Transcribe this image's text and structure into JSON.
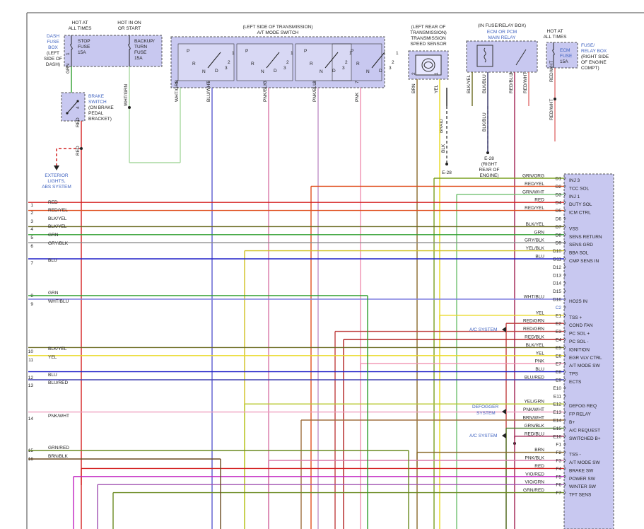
{
  "top_labels": {
    "hot_at_all_times": [
      "HOT AT",
      "ALL TIMES"
    ],
    "hot_in_on_or_start": [
      "HOT IN ON",
      "OR START"
    ],
    "trans_left_side": [
      "(LEFT SIDE OF TRANSMISSION)",
      "A/T MODE SWITCH"
    ],
    "trans_left_rear": [
      "(LEFT REAR OF",
      "TRANSMISSION)",
      "TRANSMISSION",
      "SPEED SENSOR"
    ],
    "fuse_relay_box_in": "(IN FUSE/RELAY BOX)",
    "ecm_pcm_relay": [
      "ECM OR PCM",
      "MAIN RELAY"
    ],
    "hot_at_all_times_2": [
      "HOT AT",
      "ALL TIMES"
    ]
  },
  "components": {
    "dash_fuse_box": [
      "DASH",
      "FUSE",
      "BOX",
      "(LEFT",
      "SIDE OF",
      "DASH)"
    ],
    "stop_fuse": [
      "STOP",
      "FUSE",
      "15A"
    ],
    "backup_fuse": [
      "BACKUP/",
      "TURN",
      "FUSE",
      "15A"
    ],
    "brake_switch": [
      "BRAKE",
      "SWITCH",
      "(ON BRAKE",
      "PEDAL",
      "BRACKET)"
    ],
    "exterior_lights": [
      "EXTERIOR",
      "LIGHTS,",
      "ABS SYSTEM"
    ],
    "ecm_fuse": [
      "ECM",
      "FUSE",
      "15A"
    ],
    "fuse_relay_box_right": [
      "FUSE/",
      "RELAY BOX",
      "(RIGHT SIDE",
      "OF ENGINE",
      "COMPT)"
    ],
    "ground_e28_a": "E-28",
    "ground_e28_b": [
      "E-28",
      "(RIGHT",
      "REAR OF",
      "ENGINE)"
    ],
    "braid": "BRAID"
  },
  "mode_switch_letters": [
    [
      "P",
      "R",
      "N",
      "D",
      "3",
      "2",
      "1"
    ],
    [
      "P",
      "R",
      "N",
      "D",
      "3",
      "2",
      "1"
    ],
    [
      "P",
      "R",
      "N",
      "D",
      "3",
      "2",
      "1"
    ],
    [
      "P",
      "R",
      "N",
      "D",
      "3",
      "2",
      "1"
    ]
  ],
  "vertical_wires": [
    {
      "label": "GRN",
      "pin": "1",
      "color": "#2e9e2e"
    },
    {
      "label": "WHT/GRN",
      "pin": "",
      "color": "#a8d8a0"
    },
    {
      "label": "RED",
      "pin": "4",
      "color": "#d42020"
    },
    {
      "label": "RED",
      "pin": "",
      "color": "#d42020"
    },
    {
      "label": "WHT/GRN",
      "pin": "5",
      "color": "#a8d8a0"
    },
    {
      "label": "BLU/WHT",
      "pin": "6",
      "color": "#5a5ad0"
    },
    {
      "label": "PNK/BLK",
      "pin": "3",
      "color": "#d878a8"
    },
    {
      "label": "PNK/BLU",
      "pin": "8",
      "color": "#c090c8"
    },
    {
      "label": "PNK",
      "pin": "7",
      "color": "#f090b0"
    },
    {
      "label": "BRN",
      "pin": "2",
      "color": "#8a6a2a"
    },
    {
      "label": "YEL",
      "pin": "1",
      "color": "#e8d820"
    },
    {
      "label": "BLK",
      "pin": "",
      "color": "#222222"
    },
    {
      "label": "BLK/YEL",
      "pin": "",
      "color": "#6a6a20"
    },
    {
      "label": "BLK/BLU",
      "pin": "",
      "color": "#333366"
    },
    {
      "label": "BLK/BLU",
      "pin": "",
      "color": "#333366"
    },
    {
      "label": "RED/BLU",
      "pin": "3",
      "color": "#a02050"
    },
    {
      "label": "RED/WHT",
      "pin": "",
      "color": "#e07070"
    },
    {
      "label": "RED/WHT",
      "pin": "",
      "color": "#e07070"
    },
    {
      "label": "RED/WHT",
      "pin": "",
      "color": "#e07070"
    }
  ],
  "left_wires": [
    {
      "num": "1",
      "label": "RED",
      "color": "#d42020"
    },
    {
      "num": "2",
      "label": "RED/YEL",
      "color": "#e05020"
    },
    {
      "num": "3",
      "label": "BLK/YEL",
      "color": "#6a6a20"
    },
    {
      "num": "4",
      "label": "BLK/YEL",
      "color": "#6a6a20"
    },
    {
      "num": "5",
      "label": "GRN",
      "color": "#2e9e2e"
    },
    {
      "num": "6",
      "label": "GRY/BLK",
      "color": "#888888"
    },
    {
      "num": "7",
      "label": "BLU",
      "color": "#2020c8"
    },
    {
      "num": "8",
      "label": "GRN",
      "color": "#2e9e2e"
    },
    {
      "num": "9",
      "label": "WHT/BLU",
      "color": "#8080e0"
    },
    {
      "num": "10",
      "label": "BLK/YEL",
      "color": "#6a6a20"
    },
    {
      "num": "11",
      "label": "YEL",
      "color": "#e8d820"
    },
    {
      "num": "12",
      "label": "BLU",
      "color": "#2020c8"
    },
    {
      "num": "13",
      "label": "BLU/RED",
      "color": "#4040b0"
    },
    {
      "num": "14",
      "label": "PNK/WHT",
      "color": "#f0a0c0"
    },
    {
      "num": "15",
      "label": "GRN/RED",
      "color": "#6a8a20"
    },
    {
      "num": "16",
      "label": "BRN/BLK",
      "color": "#6a4a20"
    }
  ],
  "ecm_pins": [
    {
      "wire": "GRN/ORG",
      "pin": "D1",
      "func": "INJ 3",
      "color": "#7aa020"
    },
    {
      "wire": "RED/YEL",
      "pin": "D2",
      "func": "TCC SOL",
      "color": "#e05020"
    },
    {
      "wire": "GRN/WHT",
      "pin": "D3",
      "func": "INJ 1",
      "color": "#70c070"
    },
    {
      "wire": "RED",
      "pin": "D4",
      "func": "DUTY SOL",
      "color": "#d42020"
    },
    {
      "wire": "RED/YEL",
      "pin": "D5",
      "func": "ICM CTRL",
      "color": "#e05020"
    },
    {
      "wire": "",
      "pin": "D6",
      "func": "",
      "color": ""
    },
    {
      "wire": "BLK/YEL",
      "pin": "D7",
      "func": "VSS",
      "color": "#6a6a20"
    },
    {
      "wire": "GRN",
      "pin": "D8",
      "func": "SENS RETURN",
      "color": "#2e9e2e"
    },
    {
      "wire": "GRY/BLK",
      "pin": "D9",
      "func": "SENS GRD",
      "color": "#888888"
    },
    {
      "wire": "YEL/BLK",
      "pin": "D10",
      "func": "BBA SOL",
      "color": "#d0c020"
    },
    {
      "wire": "BLU",
      "pin": "D11",
      "func": "CMP SENS IN",
      "color": "#2020c8"
    },
    {
      "wire": "",
      "pin": "D12",
      "func": "",
      "color": ""
    },
    {
      "wire": "",
      "pin": "D13",
      "func": "",
      "color": ""
    },
    {
      "wire": "",
      "pin": "D14",
      "func": "",
      "color": ""
    },
    {
      "wire": "",
      "pin": "D15",
      "func": "",
      "color": ""
    },
    {
      "wire": "WHT/BLU",
      "pin": "D16",
      "func": "HO2S IN",
      "color": "#8080e0"
    },
    {
      "wire": "",
      "pin": "C2",
      "func": "",
      "color": ""
    },
    {
      "wire": "YEL",
      "pin": "E1",
      "func": "TSS +",
      "color": "#e8d820"
    },
    {
      "wire": "RED/GRN",
      "pin": "E2",
      "func": "COND FAN",
      "color": "#c04040"
    },
    {
      "wire": "RED/GRN",
      "pin": "E3",
      "func": "PC SOL +",
      "color": "#c04040"
    },
    {
      "wire": "RED/BLK",
      "pin": "E4",
      "func": "PC SOL -",
      "color": "#b02020"
    },
    {
      "wire": "BLK/YEL",
      "pin": "E5",
      "func": "IGNITION",
      "color": "#6a6a20"
    },
    {
      "wire": "YEL",
      "pin": "E6",
      "func": "EGR VLV CTRL",
      "color": "#e8d820"
    },
    {
      "wire": "PNK",
      "pin": "E7",
      "func": "A/T MODE SW",
      "color": "#f090b0"
    },
    {
      "wire": "BLU",
      "pin": "E8",
      "func": "TPS",
      "color": "#2020c8"
    },
    {
      "wire": "BLU/RED",
      "pin": "E9",
      "func": "ECTS",
      "color": "#4040b0"
    },
    {
      "wire": "",
      "pin": "E10",
      "func": "",
      "color": ""
    },
    {
      "wire": "",
      "pin": "E11",
      "func": "",
      "color": ""
    },
    {
      "wire": "YEL/GRN",
      "pin": "E12",
      "func": "DEFOG REQ",
      "color": "#b8c830"
    },
    {
      "wire": "PNK/WHT",
      "pin": "E13",
      "func": "FP RELAY",
      "color": "#f0a0c0"
    },
    {
      "wire": "BRN/WHT",
      "pin": "E14",
      "func": "B+",
      "color": "#a07040"
    },
    {
      "wire": "GRN/BLK",
      "pin": "E15",
      "func": "A/C REQUEST",
      "color": "#508030"
    },
    {
      "wire": "RED/BLU",
      "pin": "E16",
      "func": "SWITCHED B+",
      "color": "#a02050"
    },
    {
      "wire": "",
      "pin": "F1",
      "func": "",
      "color": ""
    },
    {
      "wire": "BRN",
      "pin": "F2",
      "func": "TSS -",
      "color": "#8a6a2a"
    },
    {
      "wire": "PNK/BLK",
      "pin": "F3",
      "func": "A/T MODE SW",
      "color": "#d878a8"
    },
    {
      "wire": "RED",
      "pin": "F4",
      "func": "BRAKE SW",
      "color": "#d42020"
    },
    {
      "wire": "VIO/RED",
      "pin": "F5",
      "func": "POWER SW",
      "color": "#c020c0"
    },
    {
      "wire": "VIO/GRN",
      "pin": "F6",
      "func": "WINTER SW",
      "color": "#a050b0"
    },
    {
      "wire": "GRN/RED",
      "pin": "F7",
      "func": "TFT SENS",
      "color": "#6a8a20"
    }
  ],
  "side_refs": [
    {
      "text": "A/C SYSTEM"
    },
    {
      "text": "DEFOGGER"
    },
    {
      "text": "SYSTEM"
    },
    {
      "text": "A/C SYSTEM"
    }
  ]
}
